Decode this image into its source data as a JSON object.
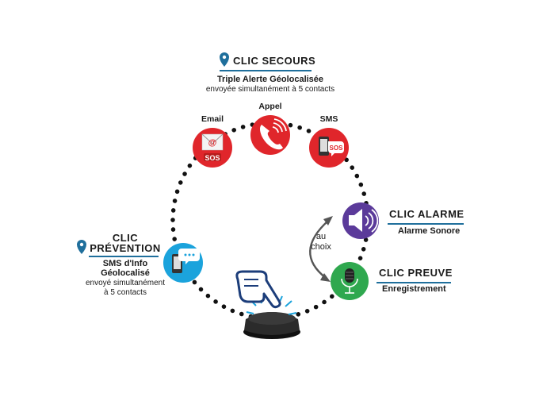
{
  "secours": {
    "title": "CLIC  SECOURS",
    "line1": "Triple Alerte Géolocalisée",
    "line2": "envoyée simultanément à 5 contacts",
    "email_label": "Email",
    "appel_label": "Appel",
    "sms_label": "SMS",
    "sos_text": "SOS"
  },
  "prevention": {
    "title1": "CLIC",
    "title2": "PRÉVENTION",
    "line1": "SMS d'Info",
    "line2": "Géolocalisé",
    "line3": "envoyé simultanément",
    "line4": "à 5 contacts"
  },
  "alarme": {
    "title": "CLIC ALARME",
    "subtitle": "Alarme Sonore"
  },
  "preuve": {
    "title": "CLIC PREUVE",
    "subtitle": "Enregistrement"
  },
  "choice": {
    "line1": "au",
    "line2": "choix"
  },
  "colors": {
    "red": "#e0262b",
    "purple": "#5b3a9a",
    "green": "#2fa84f",
    "blue": "#1ba3dc",
    "accent": "#1f6f9c",
    "device": "#2b2b2b"
  }
}
